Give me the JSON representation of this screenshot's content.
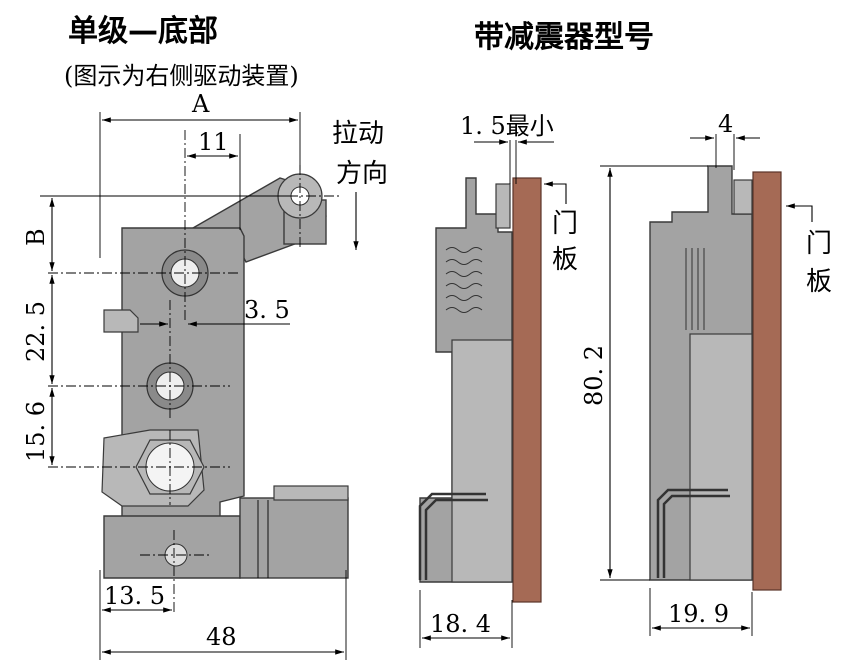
{
  "left_view": {
    "title": "单级—底部",
    "subtitle": "(图示为右侧驱动装置)",
    "pull_direction_label_line1": "拉动",
    "pull_direction_label_line2": "方向",
    "dims": {
      "A": "A",
      "B": "B",
      "d11": "11",
      "d3_5": "3. 5",
      "d22_5": "22. 5",
      "d15_6": "15. 6",
      "d13_5": "13. 5",
      "d48": "48"
    }
  },
  "right_view": {
    "title": "带减震器型号",
    "door_label_1_line1": "门",
    "door_label_1_line2": "板",
    "door_label_2_line1": "门",
    "door_label_2_line2": "板",
    "dims": {
      "min_gap": "1. 5最小",
      "d4": "4",
      "d80_2": "80. 2",
      "d18_4": "18. 4",
      "d19_9": "19. 9"
    }
  },
  "colors": {
    "body_gray": "#a3a3a3",
    "door_brown": "#a56a55"
  }
}
